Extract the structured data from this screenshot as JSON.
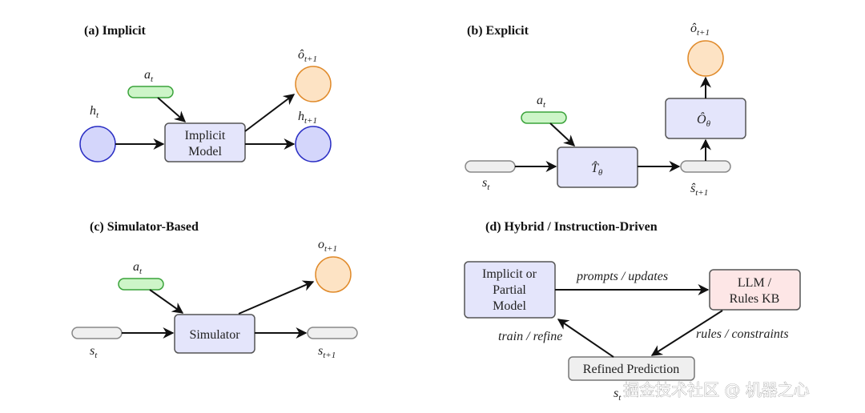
{
  "colors": {
    "state_circle_fill": "#d4d6fb",
    "state_circle_stroke": "#2b2fc4",
    "obs_fill": "#fde3c4",
    "obs_stroke": "#e08a2a",
    "action_fill": "#cdf5c8",
    "action_stroke": "#3aa33a",
    "model_fill": "#e4e5fb",
    "model_stroke": "#555555",
    "state_pill_fill": "#efefef",
    "state_pill_stroke": "#888888",
    "llm_fill": "#fde6e6",
    "edge": "#111111"
  },
  "panels": {
    "a": {
      "title": "(a) Implicit",
      "h_t": {
        "base": "h",
        "sub": "t"
      },
      "a_t": {
        "base": "a",
        "sub": "t"
      },
      "model": [
        "Implicit",
        "Model"
      ],
      "o_next": {
        "base": "ô",
        "sub": "t+1"
      },
      "h_next": {
        "base": "h",
        "sub": "t+1"
      }
    },
    "b": {
      "title": "(b) Explicit",
      "a_t": {
        "base": "a",
        "sub": "t"
      },
      "s_t": {
        "base": "s",
        "sub": "t"
      },
      "transition": {
        "base": "T̂",
        "sub": "θ"
      },
      "obs_model": {
        "base": "Ô",
        "sub": "θ"
      },
      "s_next": {
        "base": "ŝ",
        "sub": "t+1"
      },
      "o_next": {
        "base": "ô",
        "sub": "t+1"
      }
    },
    "c": {
      "title": "(c) Simulator-Based",
      "a_t": {
        "base": "a",
        "sub": "t"
      },
      "s_t": {
        "base": "s",
        "sub": "t"
      },
      "model": "Simulator",
      "o_next": {
        "base": "o",
        "sub": "t+1"
      },
      "s_next": {
        "base": "s",
        "sub": "t+1"
      }
    },
    "d": {
      "title": "(d) Hybrid / Instruction-Driven",
      "partial_model": [
        "Implicit or",
        "Partial",
        "Model"
      ],
      "llm": [
        "LLM /",
        "Rules KB"
      ],
      "refined": "Refined Prediction",
      "edge_prompts": "prompts / updates",
      "edge_rules": "rules / constraints",
      "edge_train": "train / refine",
      "hidden_label": {
        "base": "s",
        "sub": "t"
      }
    }
  },
  "watermark": "掘金技术社区 @ 机器之心"
}
